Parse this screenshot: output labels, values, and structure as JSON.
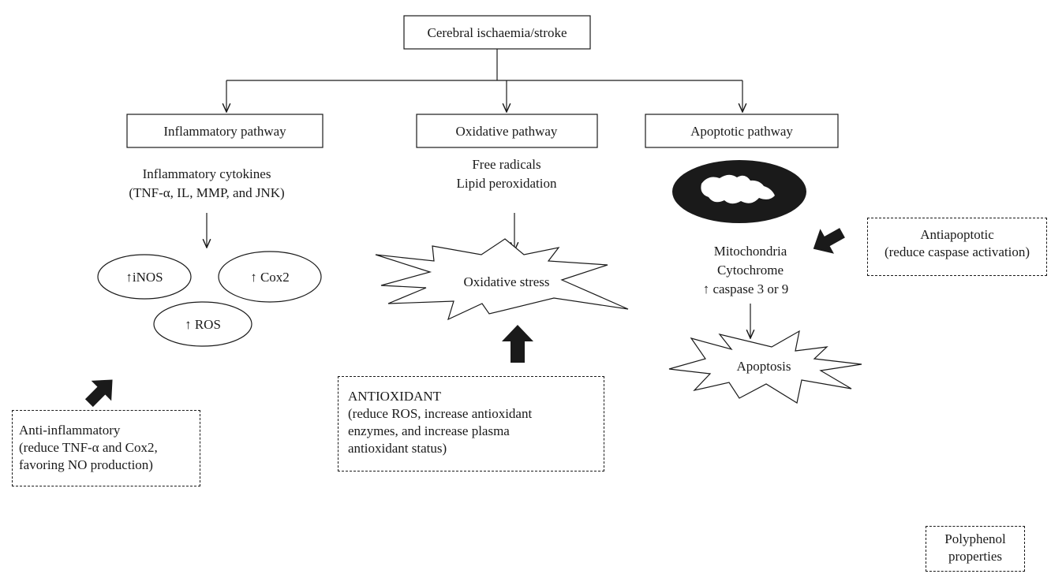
{
  "root": {
    "label": "Cerebral ischaemia/stroke"
  },
  "pathways": [
    {
      "label": "Inflammatory pathway"
    },
    {
      "label": "Oxidative pathway"
    },
    {
      "label": "Apoptotic pathway"
    }
  ],
  "inflammatory": {
    "cytokines_line1": "Inflammatory cytokines",
    "cytokines_line2": "(TNF-α, IL, MMP, and JNK)",
    "inos": "↑iNOS",
    "cox2": "↑ Cox2",
    "ros": "↑ ROS"
  },
  "oxidative": {
    "line1": "Free radicals",
    "line2": "Lipid peroxidation",
    "stress": "Oxidative stress"
  },
  "apoptotic": {
    "mito_line1": "Mitochondria",
    "mito_line2": "Cytochrome",
    "mito_line3": "↑ caspase 3 or 9",
    "apoptosis": "Apoptosis"
  },
  "effects": {
    "anti_inflammatory": {
      "line1": "Anti-inflammatory",
      "line2": "(reduce TNF-α and Cox2,",
      "line3": "favoring NO production)"
    },
    "antioxidant": {
      "line1": "ANTIOXIDANT",
      "line2": "(reduce ROS, increase antioxidant",
      "line3": "enzymes, and increase plasma",
      "line4": "antioxidant status)"
    },
    "antiapoptotic": {
      "line1": "Antiapoptotic",
      "line2": "(reduce caspase activation)"
    }
  },
  "legend": {
    "line1": "Polyphenol",
    "line2": "properties"
  },
  "colors": {
    "ink": "#1a1a1a",
    "background": "#ffffff"
  }
}
